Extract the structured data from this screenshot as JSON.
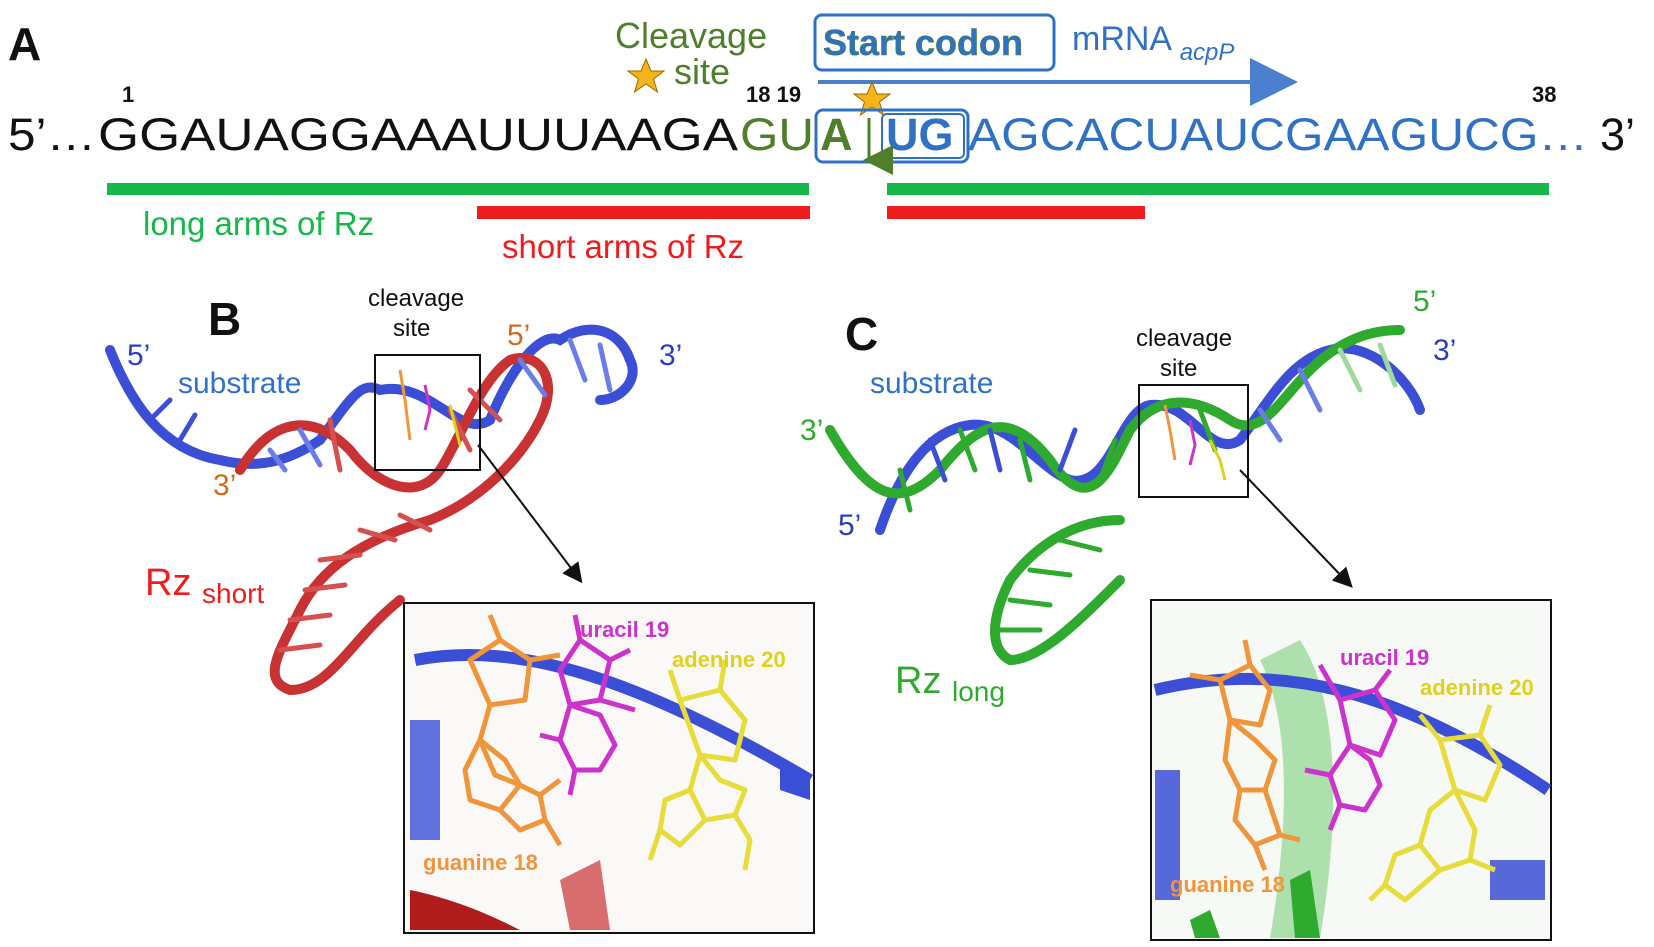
{
  "colors": {
    "black": "#111111",
    "olive": "#4f7f2a",
    "blue": "#2f72c4",
    "navy": "#2a3fc0",
    "green_bar": "#17b84a",
    "red_bar": "#ee1c1c",
    "rz_green": "#2eaa2e",
    "orange": "#f0953a",
    "magenta": "#cc33cc",
    "yellow": "#e0d11a"
  },
  "panelA": {
    "label": "A",
    "cleavage_line1": "Cleavage",
    "cleavage_line2": "site",
    "start_codon": "Start codon",
    "mrna_main": "mRNA",
    "mrna_sub": "acpP",
    "prefix": "5’…",
    "seq_black": "GGAUAGGAAAUUUAAGA",
    "seq_olive": "GU",
    "codon_A": "A",
    "codon_UG": "UG",
    "seq_blue": "AGCACUAUCGAAGUCG…",
    "suffix": "3’",
    "num_1": "1",
    "num_18_19": "18 19",
    "num_38": "38",
    "long_arms": "long arms of Rz",
    "short_arms": "short arms of Rz"
  },
  "panelB": {
    "label": "B",
    "cleavage_line1": "cleavage",
    "cleavage_line2": "site",
    "substrate": "substrate",
    "end_5_blue": "5’",
    "end_3_orange": "3’",
    "end_5_orange": "5’",
    "end_3_blue": "3’",
    "rz_main": "Rz",
    "rz_sub": "short",
    "inset_uracil": "uracil 19",
    "inset_adenine": "adenine 20",
    "inset_guanine": "guanine 18"
  },
  "panelC": {
    "label": "C",
    "cleavage_line1": "cleavage",
    "cleavage_line2": "site",
    "substrate": "substrate",
    "end_5_green": "5’",
    "end_3_blue": "3’",
    "end_3_green": "3’",
    "end_5_blue": "5’",
    "rz_main": "Rz",
    "rz_sub": "long",
    "inset_uracil": "uracil 19",
    "inset_adenine": "adenine 20",
    "inset_guanine": "guanine 18"
  }
}
